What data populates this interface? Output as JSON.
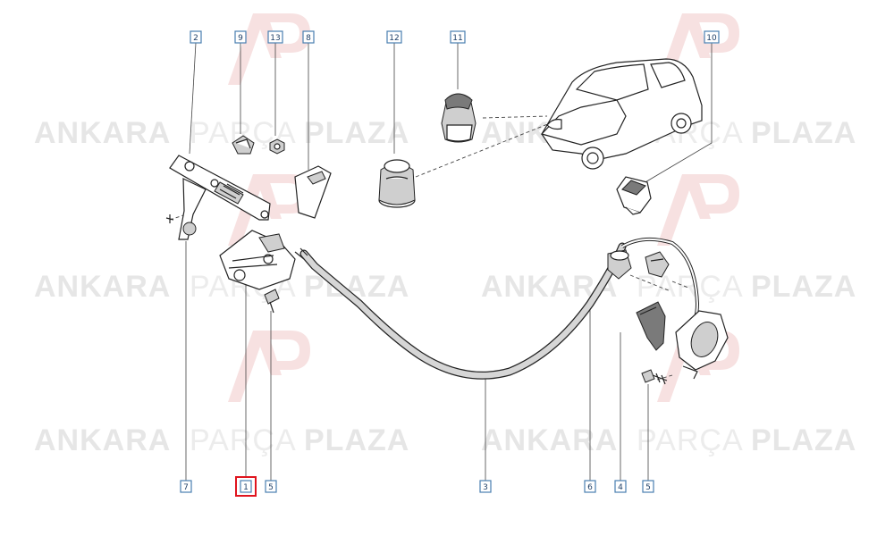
{
  "watermark": {
    "word_1": "ANKARA",
    "word_2": "PARÇA",
    "word_3": "PLAZA",
    "logo_color": "#f3d3d3",
    "text_color": "#e6e6e6"
  },
  "callouts": [
    {
      "id": "c2",
      "label": "2"
    },
    {
      "id": "c9",
      "label": "9"
    },
    {
      "id": "c13",
      "label": "13"
    },
    {
      "id": "c8",
      "label": "8"
    },
    {
      "id": "c12",
      "label": "12"
    },
    {
      "id": "c11",
      "label": "11"
    },
    {
      "id": "c10",
      "label": "10"
    },
    {
      "id": "c7",
      "label": "7"
    },
    {
      "id": "c1",
      "label": "1",
      "highlighted": true
    },
    {
      "id": "c5a",
      "label": "5"
    },
    {
      "id": "c3",
      "label": "3"
    },
    {
      "id": "c6",
      "label": "6"
    },
    {
      "id": "c4",
      "label": "4"
    },
    {
      "id": "c5b",
      "label": "5"
    }
  ],
  "colors": {
    "callout_border": "#4a7fb0",
    "callout_text": "#1f3f66",
    "highlight": "#e0141e"
  }
}
